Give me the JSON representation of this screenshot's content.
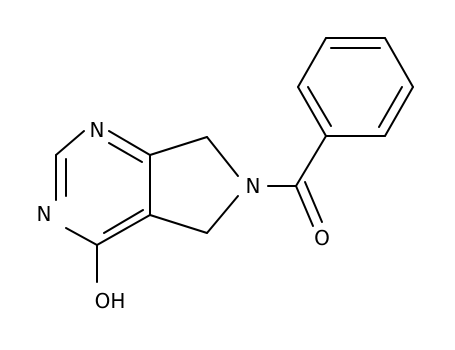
{
  "molecule": {
    "atoms": {
      "n_ring_top": "N",
      "n_ring_bottom": "N",
      "n_pyrrolidine": "N",
      "o_carbonyl": "O",
      "hydroxyl": "OH"
    }
  },
  "colors": {
    "bond": "#000000",
    "label": "#000000",
    "background": "#ffffff"
  }
}
